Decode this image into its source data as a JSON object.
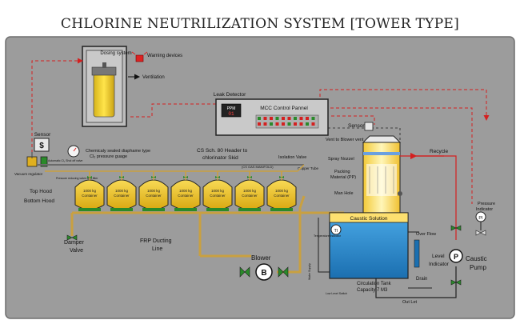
{
  "title": "CHLORINE NEUTRILIZATION SYSTEM [TOWER TYPE]",
  "labels": {
    "dosing_system": "Dosing system",
    "warning_devices": "Warning devices",
    "ventilation": "Ventilation",
    "leak_detector": "Leak Detector",
    "mcc_panel": "MCC Control Pannel",
    "ppm": "PPM",
    "ppm_value": "01",
    "sensor_left": "Sensor",
    "sensor_right": "Sensor",
    "chem_sealed_1": "Chemicaly sealed diaphame type",
    "chem_sealed_2": "Cl₂ pressure guage",
    "header_1": "CS Sch. 80 Header to",
    "header_2": "chlorinator Skid",
    "isolation_valve": "Isolation Valve",
    "gas_manifold": "(CS GAS MANIFOLD)",
    "copper_tube": "Copper Tube",
    "vent_to_blower": "Vent to Blower vent",
    "spray_nozzel": "Spray Nozzel",
    "packing_1": "Packing",
    "packing_2": "Material (PP)",
    "man_hole": "Man Hole",
    "recycle": "Recycle",
    "pressure_1": "Pressure",
    "pressure_2": "Indicator",
    "pi": "PI",
    "top_hood": "Top Hood",
    "bottom_hood": "Bottom Hood",
    "vacuum_regulator": "Vacuum regulator",
    "automatic_cl": "Automatic Cl₂ Shut off valve",
    "pressure_reducing": "Pressure reducing valve with filter",
    "container_1": "1000 kg",
    "container_2": "Container",
    "damper_1": "Damper",
    "damper_2": "Valve",
    "frp_1": "FRP Ducting",
    "frp_2": "Line",
    "blower": "Blower",
    "blower_letter": "B",
    "caustic_solution": "Caustic Solution",
    "over_flow": "Over Flow",
    "level_1": "Level",
    "level_2": "Indicator",
    "caustic_pump_1": "Caustic",
    "caustic_pump_2": "Pump",
    "pump_letter": "P",
    "circ_tank_1": "Circulation Tank",
    "circ_tank_2": "Capacity 7 M3",
    "drain": "Drain",
    "out_let": "Out Let",
    "ti": "TI",
    "temperature_indicator": "Temperature Indicator",
    "water_supply": "Water Supply",
    "low_level_switch": "Low Level Switch"
  },
  "colors": {
    "background": "#9c9c9c",
    "container": "#f2c72a",
    "pipe": "#c9a040",
    "tank_water": "#2a8fd0",
    "tower_yellow": "#fde070",
    "recycle_line": "#e03030"
  }
}
